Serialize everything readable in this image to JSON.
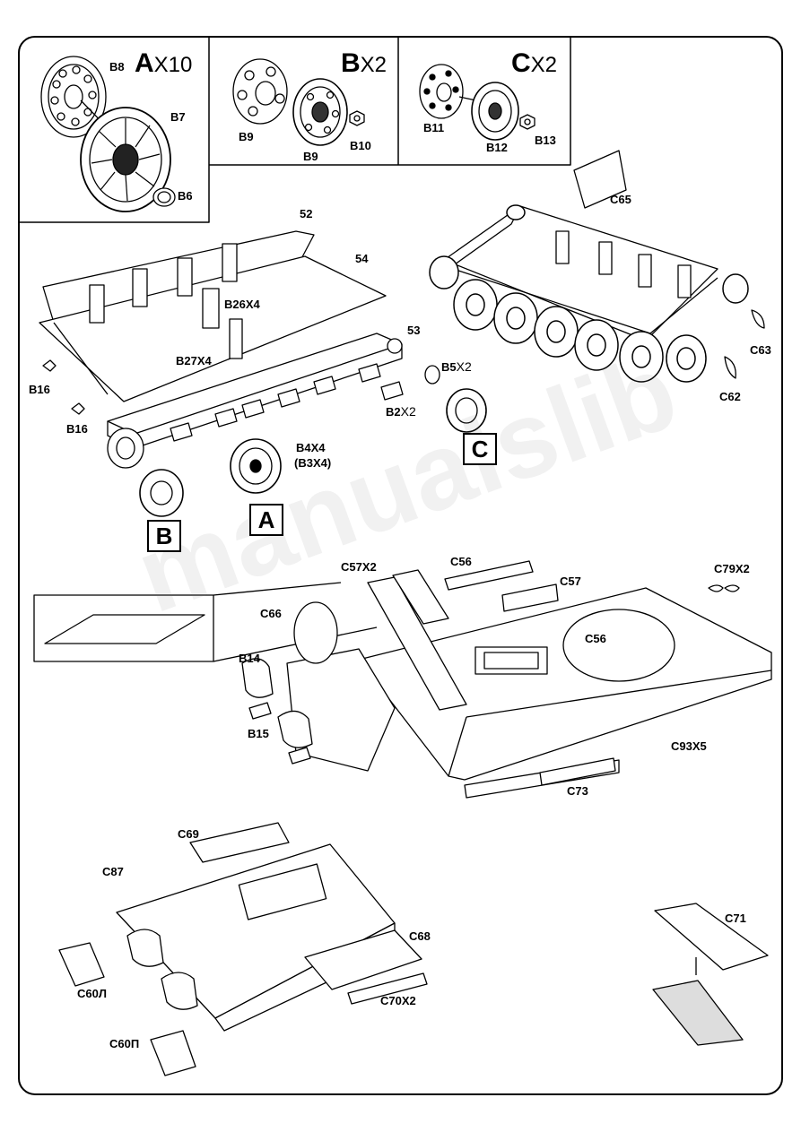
{
  "panels": {
    "a": {
      "letter": "A",
      "mult": "X10",
      "parts": [
        "B8",
        "B7",
        "B6"
      ]
    },
    "b": {
      "letter": "B",
      "mult": "X2",
      "parts": [
        "B9",
        "B9",
        "B10"
      ]
    },
    "c": {
      "letter": "C",
      "mult": "X2",
      "parts": [
        "B11",
        "B12",
        "B13"
      ]
    }
  },
  "step1": {
    "labels": {
      "p52": "52",
      "p54": "54",
      "p53": "53",
      "b26": "B26X4",
      "b27": "B27X4",
      "b16a": "B16",
      "b16b": "B16",
      "b5": "B5",
      "b5x": "X2",
      "b2": "B2",
      "b2x": "X2",
      "b4": "B4X4",
      "b3": "(B3X4)"
    },
    "boxes": {
      "a": "A",
      "b": "B",
      "c": "C"
    }
  },
  "step2": {
    "labels": {
      "c65": "C65",
      "c63": "C63",
      "c62": "C62"
    }
  },
  "step3": {
    "labels": {
      "c57x2": "C57X2",
      "c56a": "C56",
      "c57": "C57",
      "c79": "C79X2",
      "c66": "C66",
      "c56b": "C56",
      "b14": "B14",
      "b15": "B15",
      "c93": "C93X5",
      "c73": "C73"
    }
  },
  "step4": {
    "labels": {
      "c69": "C69",
      "c87": "C87",
      "c68": "C68",
      "c60l": "C60Л",
      "c70": "C70X2",
      "c60p": "C60П",
      "c71": "C71"
    }
  },
  "watermark": "manualslib"
}
